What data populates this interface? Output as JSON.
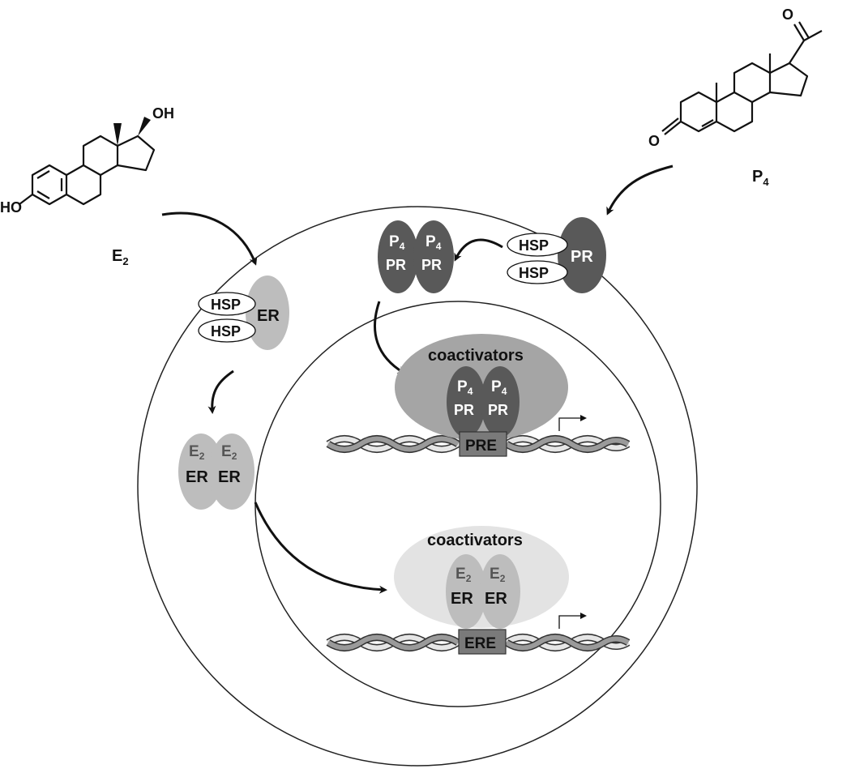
{
  "molecules": {
    "estradiol": {
      "label": "E",
      "label_sub": "2",
      "oh_top": "OH",
      "oh_left": "HO"
    },
    "progesterone": {
      "label": "P",
      "label_sub": "4",
      "ketone_o": "O",
      "ring_o": "O"
    }
  },
  "complexes": {
    "hsp_top": "HSP",
    "hsp_bottom": "HSP",
    "er": "ER",
    "pr": "PR",
    "ligand_e": "E",
    "ligand_e_sub": "2",
    "ligand_p": "P",
    "ligand_p_sub": "4"
  },
  "nucleus": {
    "coactivators_pr": "coactivators",
    "coactivators_er": "coactivators",
    "pre": "PRE",
    "ere": "ERE"
  },
  "colors": {
    "pr_dark": "#595959",
    "er_light": "#bdbdbd",
    "coactivator_pr": "#a5a5a5",
    "coactivator_er": "#e3e3e3",
    "response_element": "#7a7a7a",
    "dna_light": "#d9d9d9",
    "dna_dark": "#8c8c8c"
  }
}
